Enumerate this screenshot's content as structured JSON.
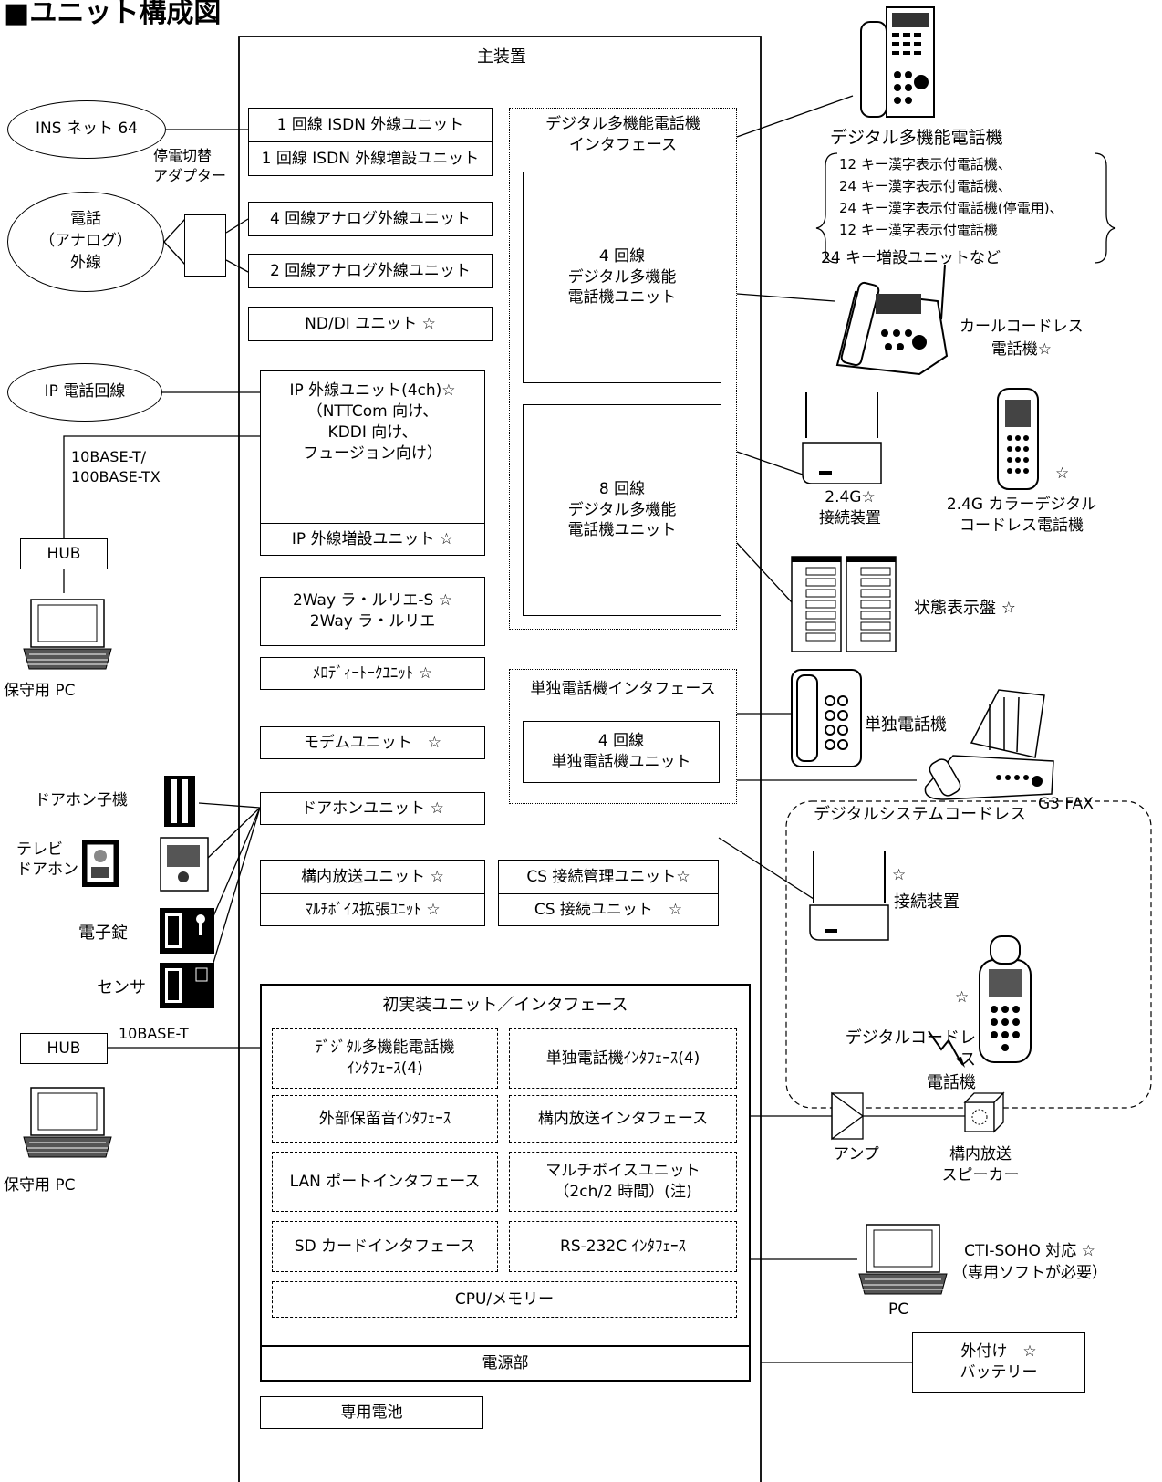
{
  "title": "■ユニット構成図",
  "main_label": "主装置",
  "external": {
    "ins": "INS ネット 64",
    "analog": "電話\n（アナログ）\n外線",
    "ip": "IP 電話回線",
    "adapter": "停電切替\nアダプター",
    "lan1": "10BASE-T/\n100BASE-TX",
    "hub": "HUB",
    "pc_maint": "保守用 PC",
    "doorphone_child": "ドアホン子機",
    "tv_doorphone": "テレビ\nドアホン",
    "elock": "電子錠",
    "sensor": "センサ",
    "lan2": "10BASE-T"
  },
  "units": {
    "isdn1": "1 回線 ISDN 外線ユニット",
    "isdn_add": "1 回線 ISDN 外線増設ユニット",
    "analog4": "4 回線アナログ外線ユニット",
    "analog2": "2 回線アナログ外線ユニット",
    "nddi": "ND/DI ユニット ☆",
    "ip_ext": "IP 外線ユニット(4ch)☆\n（NTTCom 向け、\nKDDI 向け、\nフュージョン向け）",
    "ip_add": "IP 外線増設ユニット ☆",
    "lalurie": "2Way ラ・ルリエ-S ☆\n2Way ラ・ルリエ",
    "melody": "ﾒﾛﾃﾞｨｰﾄｰｸﾕﾆｯﾄ ☆",
    "modem": "モデムユニット　☆",
    "doorphone": "ドアホンユニット ☆",
    "paging": "構内放送ユニット ☆",
    "multivoice_ext": "ﾏﾙﾁﾎﾞｲｽ拡張ﾕﾆｯﾄ ☆",
    "cs_mgmt": "CS 接続管理ユニット☆",
    "cs_unit": "CS 接続ユニット　☆",
    "digital_if_title": "デジタル多機能電話機\nインタフェース",
    "dig4": "4 回線\nデジタル多機能\n電話機ユニット",
    "dig8": "8 回線\nデジタル多機能\n電話機ユニット",
    "single_if_title": "単独電話機インタフェース",
    "single4": "4 回線\n単独電話機ユニット"
  },
  "initial": {
    "title": "初実装ユニット／インタフェース",
    "items": [
      "ﾃﾞｼﾞﾀﾙ多機能電話機\nｲﾝﾀﾌｪｰｽ(4)",
      "単独電話機ｲﾝﾀﾌｪｰｽ(4)",
      "外部保留音ｲﾝﾀﾌｪｰｽ",
      "構内放送インタフェース",
      "LAN ポートインタフェース",
      "マルチボイスユニット\n（2ch/2 時間）(注)",
      "SD カードインタフェース",
      "RS-232C ｲﾝﾀﾌｪｰｽ"
    ],
    "cpu": "CPU/メモリー"
  },
  "power": "電源部",
  "battery": "専用電池",
  "right": {
    "digital_phone_title": "デジタル多機能電話機",
    "digital_phone_list": "12 キー漢字表示付電話機、\n24 キー漢字表示付電話機、\n24 キー漢字表示付電話機(停電用)、\n12 キー漢字表示付電話機",
    "expansion": "24 キー増設ユニットなど",
    "carl": "カールコードレス\n電話機☆",
    "g24": "2.4G☆\n接続装置",
    "g24_phone": "2.4G カラーデジタル\nコードレス電話機",
    "status": "状態表示盤 ☆",
    "single_phone": "単独電話機",
    "fax": "G3 FAX",
    "dsc_title": "デジタルシステムコードレス",
    "dsc_conn": "接続装置",
    "dsc_phone": "デジタルコードレス\n電話機",
    "star": "☆",
    "amp": "アンプ",
    "speaker": "構内放送\nスピーカー",
    "pc": "PC",
    "cti": "CTI-SOHO 対応 ☆\n（専用ソフトが必要）",
    "ext_battery": "外付け　☆\nバッテリー"
  }
}
